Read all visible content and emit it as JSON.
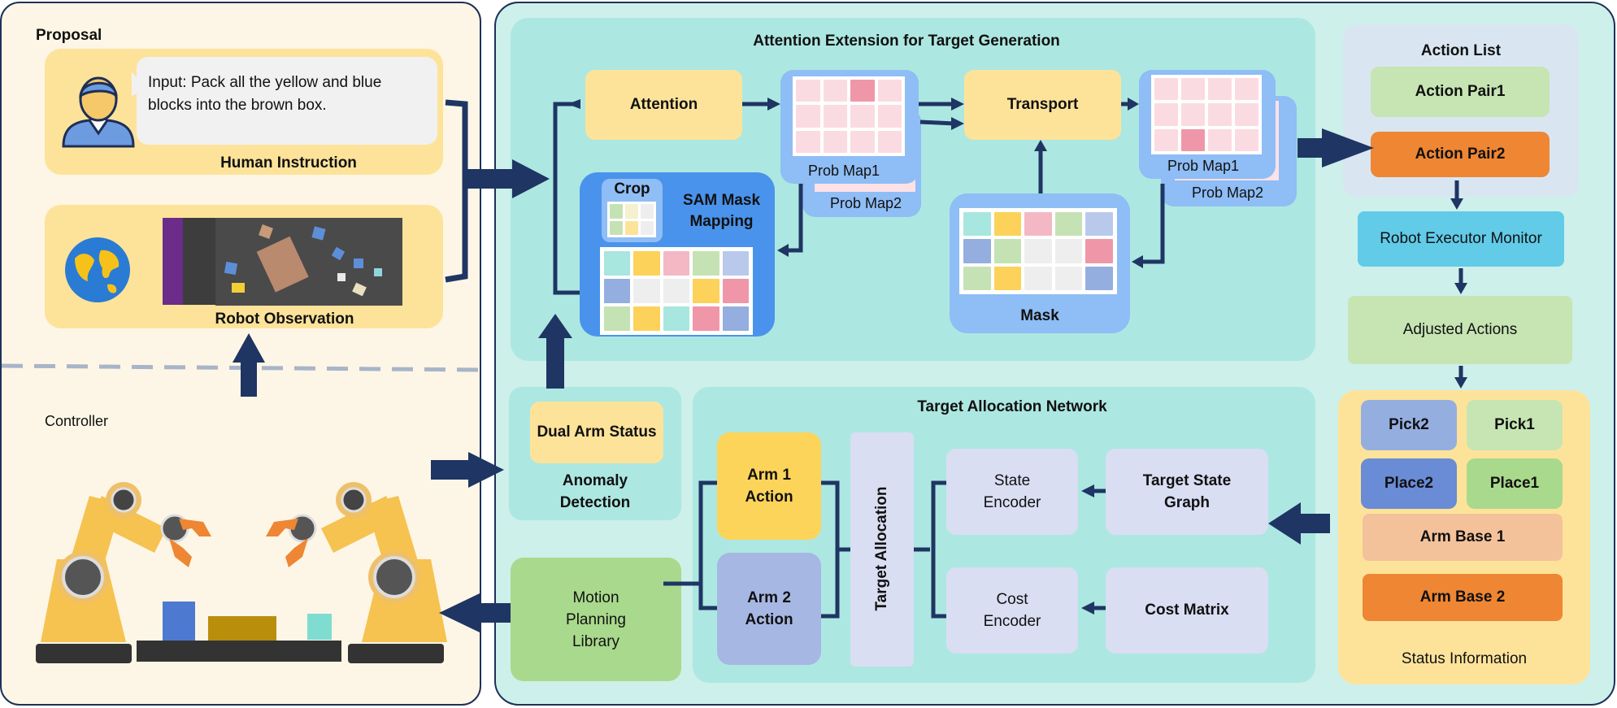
{
  "proposal": {
    "title": "Proposal",
    "input_text": "Input: Pack all the yellow and blue blocks into the brown box.",
    "human_instruction_label": "Human Instruction",
    "robot_observation_label": "Robot Observation"
  },
  "controller": {
    "label": "Controller"
  },
  "attention_section": {
    "title": "Attention Extension for Target Generation",
    "attention_label": "Attention",
    "transport_label": "Transport",
    "prob_map1_label": "Prob Map1",
    "prob_map2_label": "Prob Map2",
    "prob_map1_b_label": "Prob Map1",
    "prob_map2_b_label": "Prob Map2",
    "crop_label": "Crop",
    "sam_label": "SAM Mask Mapping",
    "mask_label": "Mask"
  },
  "anomaly": {
    "status_label": "Dual Arm Status",
    "title": "Anomaly Detection"
  },
  "motion": {
    "label": "Motion Planning Library"
  },
  "target_network": {
    "title": "Target Allocation Network",
    "arm1_label": "Arm 1 Action",
    "arm2_label": "Arm 2 Action",
    "allocation_label": "Target Allocation",
    "state_encoder_label": "State Encoder",
    "cost_encoder_label": "Cost Encoder",
    "state_graph_label": "Target State Graph",
    "cost_matrix_label": "Cost Matrix"
  },
  "action_list": {
    "title": "Action List",
    "pair1": "Action Pair1",
    "pair2": "Action Pair2",
    "executor_label": "Robot Executor Monitor",
    "adjusted_label": "Adjusted Actions"
  },
  "status_info": {
    "pick2": "Pick2",
    "pick1": "Pick1",
    "place2": "Place2",
    "place1": "Place1",
    "arm_base1": "Arm Base 1",
    "arm_base2": "Arm Base 2",
    "title": "Status Information"
  },
  "colors": {
    "arrow": "#1f3563",
    "yellow_box": "#fde39a",
    "blue_box": "#8fbdf5",
    "green_box": "#a9d98c",
    "orange": "#ee8633",
    "cyan": "#61cbe8",
    "lavender": "#d9def3"
  }
}
